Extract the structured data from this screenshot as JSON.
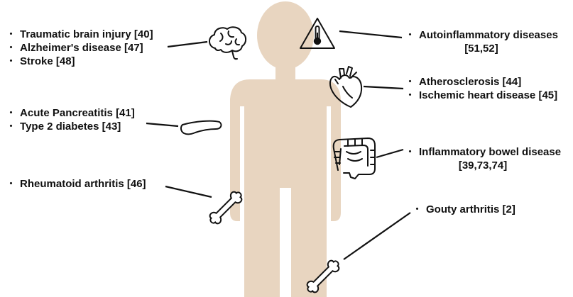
{
  "colors": {
    "body": "#e8d5c0",
    "line": "#111111",
    "text": "#111111"
  },
  "bullet": "・",
  "labels": {
    "brain": [
      "Traumatic brain injury [40]",
      "Alzheimer's disease [47]",
      "Stroke [48]"
    ],
    "pancreas": [
      "Acute Pancreatitis [41]",
      "Type 2 diabetes [43]"
    ],
    "joint": [
      "Rheumatoid arthritis [46]"
    ],
    "fever": [
      "Autoinflammatory diseases",
      "[51,52]"
    ],
    "heart": [
      "Atherosclerosis [44]",
      "Ischemic heart disease [45]"
    ],
    "bowel": [
      "Inflammatory bowel disease",
      "[39,73,74]"
    ],
    "gout": [
      "Gouty arthritis [2]"
    ]
  },
  "icons": {
    "brain": "brain-icon",
    "thermometer": "thermometer-warning-icon",
    "heart": "heart-icon",
    "pancreas": "pancreas-icon",
    "intestine": "intestine-icon",
    "bone": "bone-icon"
  }
}
